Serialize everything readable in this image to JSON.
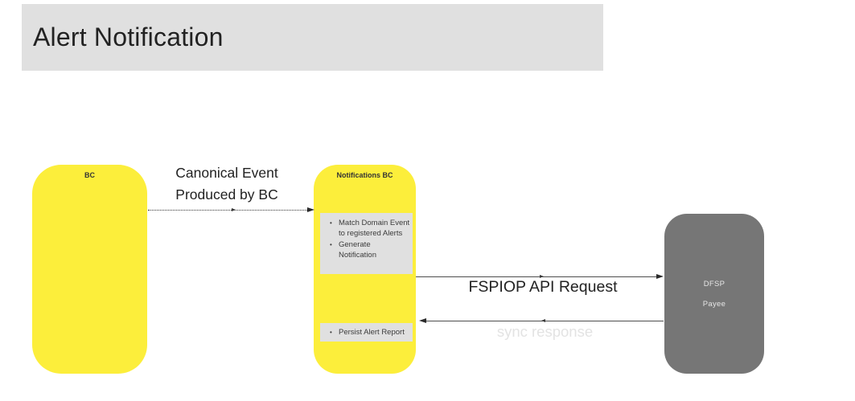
{
  "title_bar": {
    "text": "Alert Notification"
  },
  "nodes": {
    "bc": {
      "label": "BC"
    },
    "notifications_bc": {
      "label": "Notifications BC",
      "tasks": {
        "items": [
          "Match Domain Event to registered Alerts",
          "Generate Notification"
        ]
      },
      "persist": {
        "items": [
          "Persist Alert Report"
        ]
      }
    },
    "dfsp_payee": {
      "line1": "DFSP",
      "line2": "Payee"
    }
  },
  "edges": {
    "canonical_event": {
      "label_line1": "Canonical Event",
      "label_line2": "Produced by BC",
      "style": "dotted",
      "direction": "left-to-right"
    },
    "fspiop_request": {
      "label": "FSPIOP API Request",
      "style": "solid",
      "direction": "left-to-right"
    },
    "sync_response": {
      "label": "sync response",
      "style": "solid",
      "direction": "right-to-left"
    }
  },
  "colors": {
    "node_yellow": "#FCEE3B",
    "box_gray": "#E0E0E0",
    "title_bg": "#E0E0E0",
    "dfsp_gray": "#767676",
    "dfsp_text": "#E6E6E6",
    "text_dark": "#222222",
    "muted_label": "#E3E3E3",
    "line_color": "#4D4D4D"
  }
}
